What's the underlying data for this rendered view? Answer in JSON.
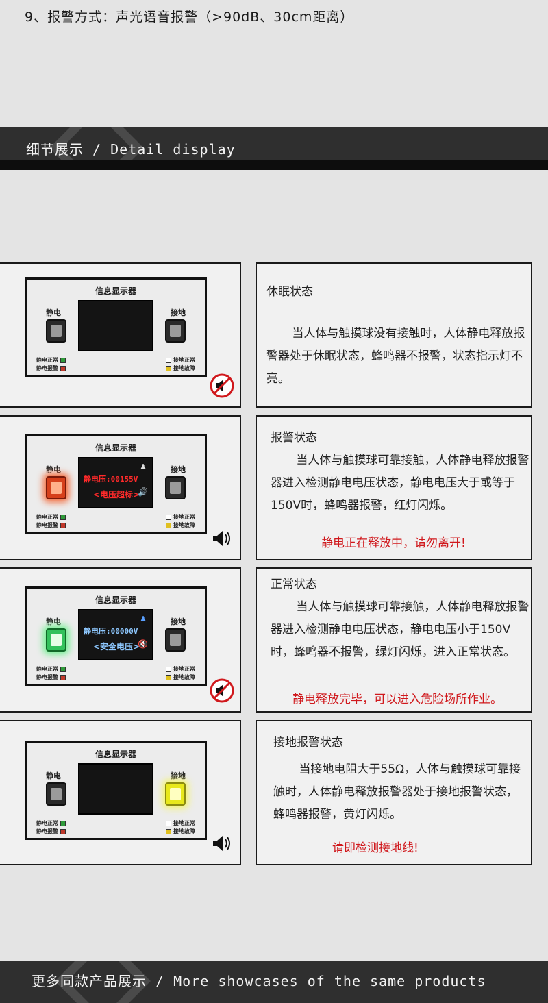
{
  "top_line": "9、报警方式：声光语音报警（>90dB、30cm距离）",
  "section1": {
    "title": "细节展示 / Detail display"
  },
  "section2": {
    "title": "更多同款产品展示 / More showcases of the same products"
  },
  "device": {
    "title": "信息显示器",
    "left_label": "静电",
    "right_label": "接地",
    "legend_left": [
      "静电正常",
      "静电报警"
    ],
    "legend_right": [
      "接地正常",
      "接地故障"
    ]
  },
  "states": [
    {
      "title": "休眠状态",
      "body": "当人体与触摸球没有接触时，人体静电释放报警器处于休眠状态，蜂鸣器不报警，状态指示灯不亮。",
      "warning": "",
      "screen_line1": "",
      "screen_line2": "",
      "sound": "mute"
    },
    {
      "title": "报警状态",
      "body": "当人体与触摸球可靠接触，人体静电释放报警器进入检测静电电压状态，静电电压大于或等于150V时，蜂鸣器报警，红灯闪烁。",
      "warning": "静电正在释放中，请勿离开!",
      "screen_line1": "静电压:00155V",
      "screen_line2": "<电压超标>",
      "sound": "on"
    },
    {
      "title": "正常状态",
      "body": "当人体与触摸球可靠接触，人体静电释放报警器进入检测静电电压状态，静电电压小于150V时，蜂鸣器不报警，绿灯闪烁，进入正常状态。",
      "warning": "静电释放完毕，可以进入危险场所作业。",
      "screen_line1": "静电压:00000V",
      "screen_line2": "<安全电压>",
      "sound": "mute"
    },
    {
      "title": "接地报警状态",
      "body": "当接地电阻大于55Ω，人体与触摸球可靠接触时，人体静电释放报警器处于接地报警状态，蜂鸣器报警，黄灯闪烁。",
      "warning": "请即检测接地线!",
      "screen_line1": "",
      "screen_line2": "",
      "sound": "on"
    }
  ],
  "colors": {
    "warning_red": "#d0181c",
    "led_red": "#d6401b",
    "led_green": "#33c25c",
    "led_yellow": "#e8e81b"
  }
}
